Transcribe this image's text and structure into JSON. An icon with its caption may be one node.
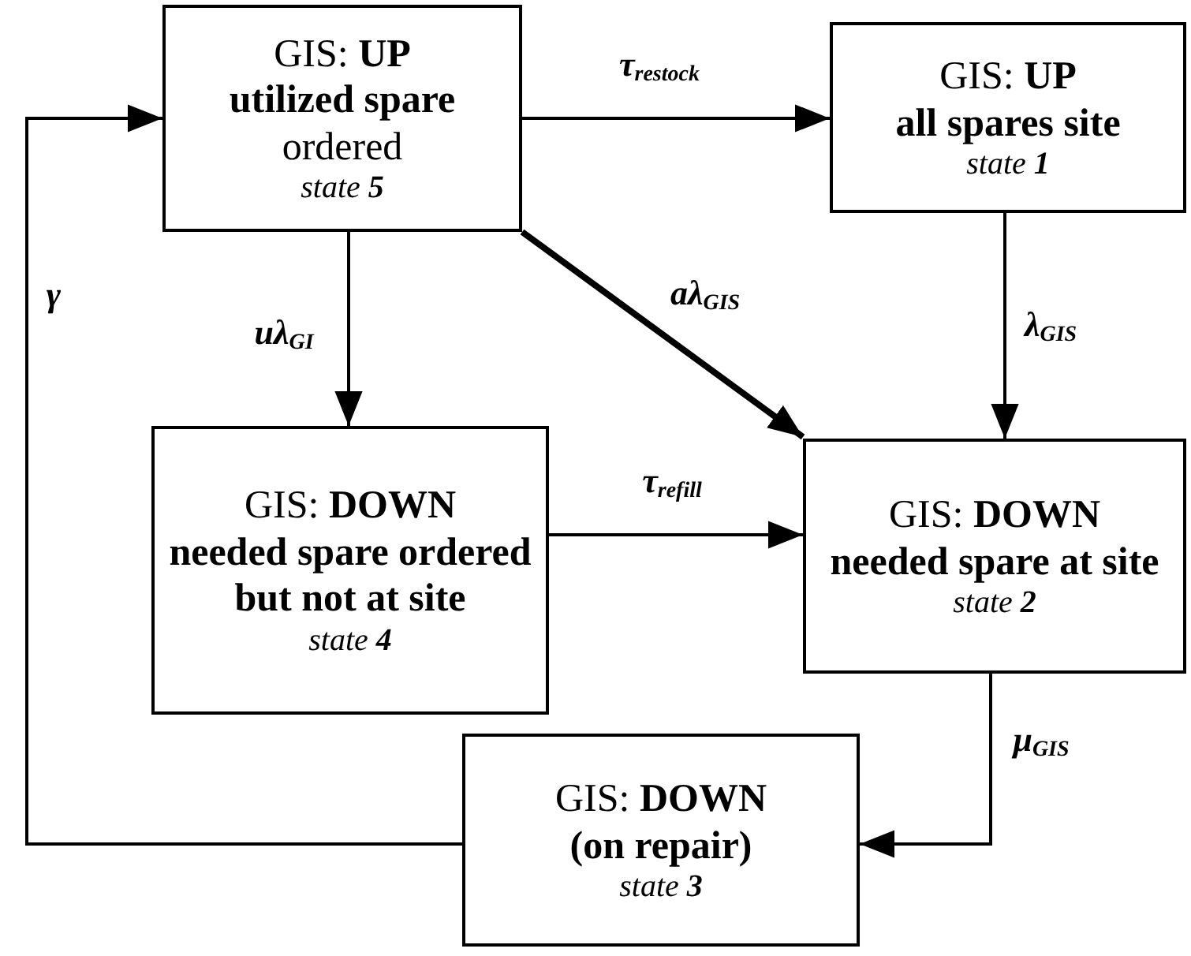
{
  "diagram": {
    "nodes": [
      {
        "text": [
          "GIS: **UP**",
          "**utilized spare** ordered",
          "state **5**"
        ]
      },
      {
        "text": [
          "GIS: **UP**",
          "**all spares site**",
          "state **1**"
        ]
      },
      {
        "text": [
          "GIS: **DOWN**",
          "**needed spare ordered but not at site**",
          "state **4**"
        ]
      },
      {
        "text": [
          "GIS: **DOWN**",
          "**needed spare at site**",
          "state **2**"
        ]
      },
      {
        "text": [
          "GIS: **DOWN**",
          "**(on repair)**",
          "state **3**"
        ]
      }
    ],
    "edges": [
      {
        "from": 0,
        "to": 1,
        "arrow": "to",
        "label": "τ$_{restock}$"
      },
      {
        "from": 1,
        "to": 3,
        "arrow": "to",
        "label": "λ$_{GIS}$"
      },
      {
        "from": 0,
        "to": 3,
        "arrow": "to",
        "label": "aλ$_{GIS}$",
        "style": "thick"
      },
      {
        "from": 0,
        "to": 2,
        "arrow": "to",
        "label": "uλ$_{GI}$"
      },
      {
        "from": 2,
        "to": 3,
        "arrow": "to",
        "label": "τ$_{refill}$"
      },
      {
        "from": 3,
        "to": 4,
        "arrow": "to",
        "label": "μ$_{GIS}$"
      },
      {
        "from": 4,
        "to": 0,
        "arrow": "to",
        "label": "γ"
      }
    ]
  }
}
